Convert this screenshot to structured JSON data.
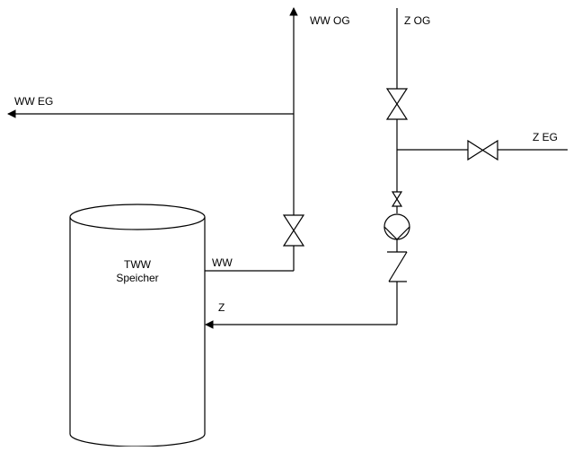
{
  "tank": {
    "label_line1": "TWW",
    "label_line2": "Speicher"
  },
  "labels": {
    "ww_og": "WW OG",
    "ww_eg": "WW EG",
    "z_og": "Z OG",
    "z_eg": "Z EG",
    "ww": "WW",
    "z": "Z"
  },
  "colors": {
    "line": "#000000",
    "background": "#ffffff"
  }
}
